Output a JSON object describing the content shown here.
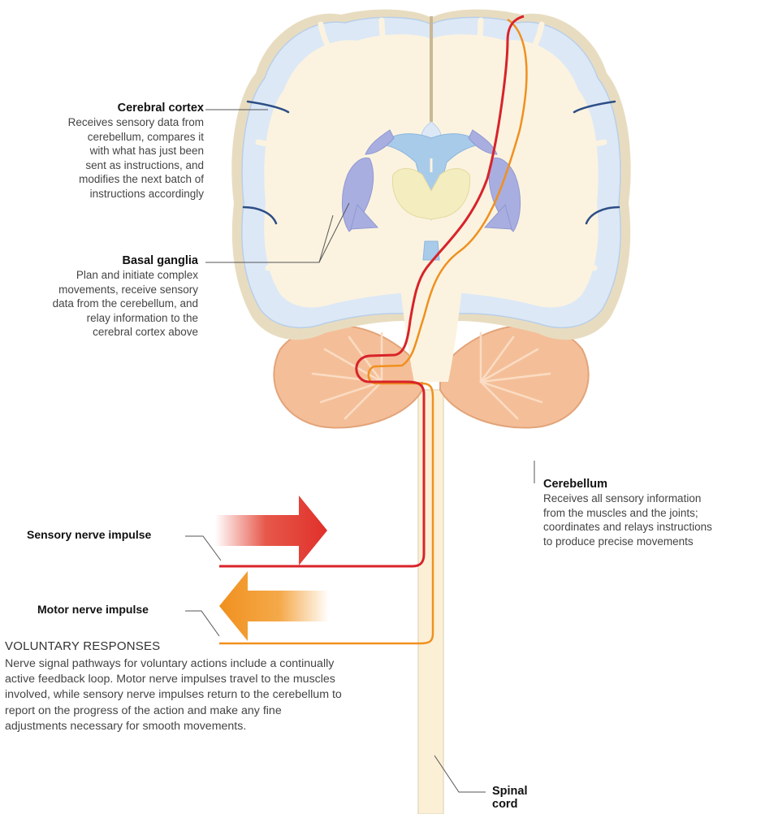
{
  "labels": {
    "cerebral_cortex": {
      "title": "Cerebral cortex",
      "lines": [
        "Receives sensory data from",
        "cerebellum, compares it",
        "with what has just been",
        "sent as instructions, and",
        "modifies the next batch of",
        "instructions accordingly"
      ]
    },
    "basal_ganglia": {
      "title": "Basal ganglia",
      "lines": [
        "Plan and initiate complex",
        "movements, receive sensory",
        "data from the cerebellum, and",
        "relay information to the",
        "cerebral cortex above"
      ]
    },
    "cerebellum": {
      "title": "Cerebellum",
      "lines": [
        "Receives all sensory information",
        "from the muscles and the joints;",
        "coordinates and relays instructions",
        "to produce precise movements"
      ]
    },
    "sensory": "Sensory nerve impulse",
    "motor": "Motor nerve impulse",
    "spinal_cord": [
      "Spinal",
      "cord"
    ]
  },
  "voluntary": {
    "title": "VOLUNTARY RESPONSES",
    "body": "Nerve signal pathways for voluntary actions include a continually active feedback loop. Motor nerve impulses travel to the muscles involved, while sensory nerve impulses return to the cerebellum to report on the progress of the action and make any fine adjustments necessary for smooth movements."
  },
  "colors": {
    "sensory": "#d8232a",
    "motor": "#f0901e",
    "brain_fill": "#fbf3e0",
    "cortex": "#dce8f6",
    "ventricle": "#a8cbe9",
    "basal": "#a9aee0",
    "thalamus": "#f4edc0",
    "cerebellum": "#f4bf98"
  }
}
